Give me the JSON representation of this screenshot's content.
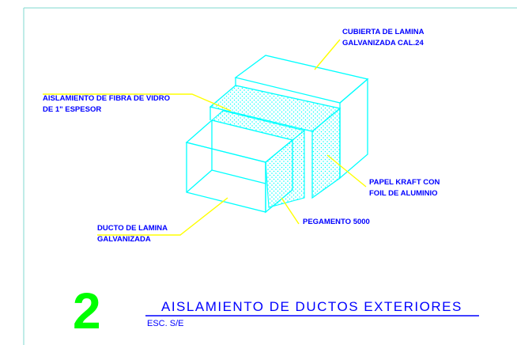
{
  "labels": {
    "cover": [
      "CUBIERTA DE LAMINA",
      "GALVANIZADA CAL.24"
    ],
    "insulation": [
      "AISLAMIENTO DE FIBRA DE VIDRO",
      "DE 1\" ESPESOR"
    ],
    "kraft": [
      "PAPEL KRAFT CON",
      "FOIL DE ALUMINIO"
    ],
    "glue": [
      "PEGAMENTO 5000"
    ],
    "duct": [
      "DUCTO DE LAMINA",
      "GALVANIZADA"
    ]
  },
  "title": {
    "number": "2",
    "text": "AISLAMIENTO DE DUCTOS EXTERIORES",
    "scale": "ESC. S/E"
  },
  "colors": {
    "linework": "#00ffff",
    "leaders": "#ffff00",
    "text": "#0000ff",
    "number": "#00ff00",
    "underline": "#0000ff",
    "frame": "#7fd8cf"
  }
}
